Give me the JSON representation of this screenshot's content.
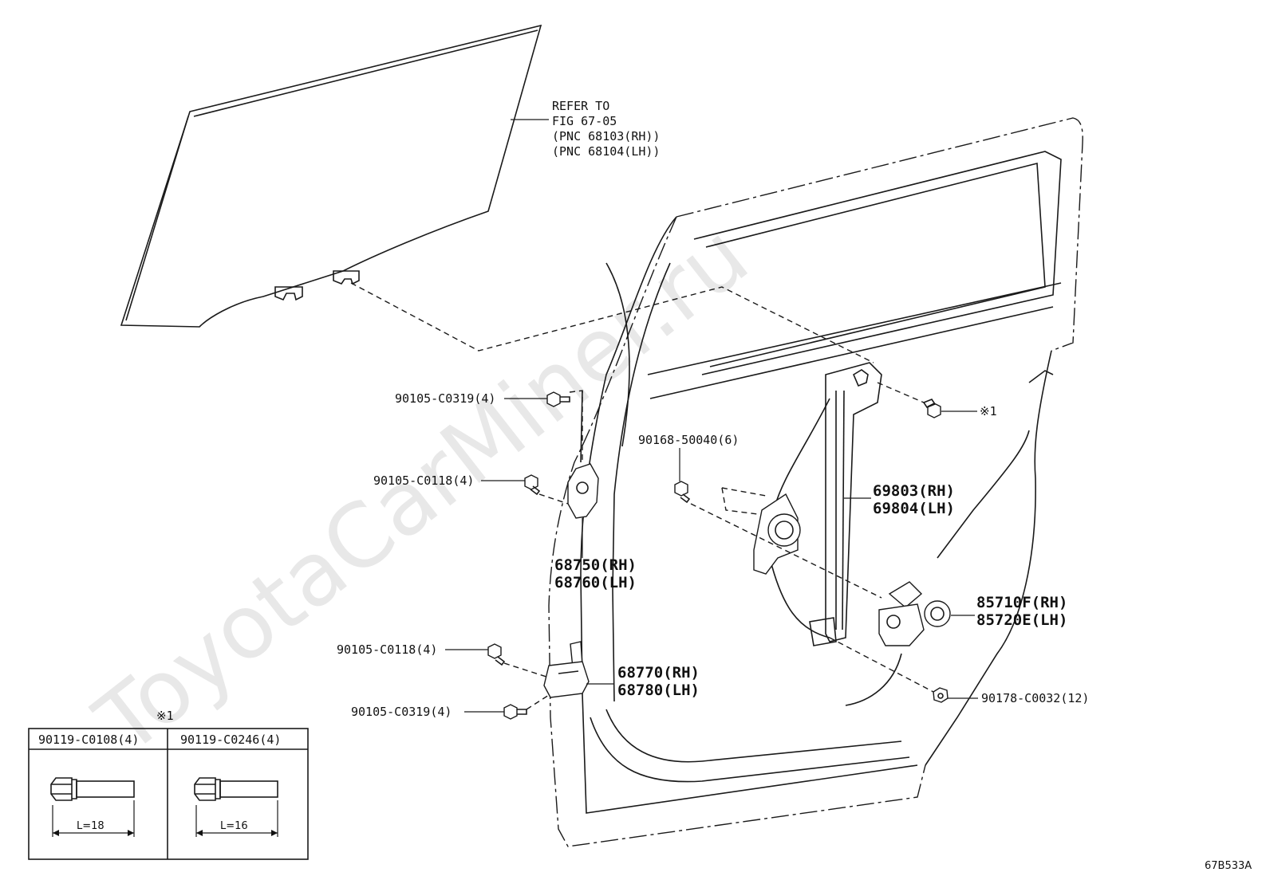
{
  "watermark": "ToyotaCarMiner.ru",
  "figure_code": "67B533A",
  "glass_ref": {
    "lines": [
      "REFER TO",
      "FIG 67-05",
      "(PNC 68103(RH))",
      "(PNC 68104(LH))"
    ]
  },
  "callouts": {
    "bolt_upper_hinge_top": "90105-C0319(4)",
    "bolt_upper_hinge_side": "90105-C0118(4)",
    "upper_hinge": [
      "68750(RH)",
      "68760(LH)"
    ],
    "bolt_lower_hinge_top": "90105-C0118(4)",
    "bolt_lower_hinge_bottom": "90105-C0319(4)",
    "lower_hinge": [
      "68770(RH)",
      "68780(LH)"
    ],
    "bolt_regulator": "90168-50040(6)",
    "regulator": [
      "69803(RH)",
      "69804(LH)"
    ],
    "motor": [
      "85710F(RH)",
      "85720E(LH)"
    ],
    "nut": "90178-C0032(12)",
    "ref_mark": "※1"
  },
  "detail_box": {
    "mark": "※1",
    "columns": [
      {
        "part": "90119-C0108(4)",
        "length": "L=18"
      },
      {
        "part": "90119-C0246(4)",
        "length": "L=16"
      }
    ]
  }
}
